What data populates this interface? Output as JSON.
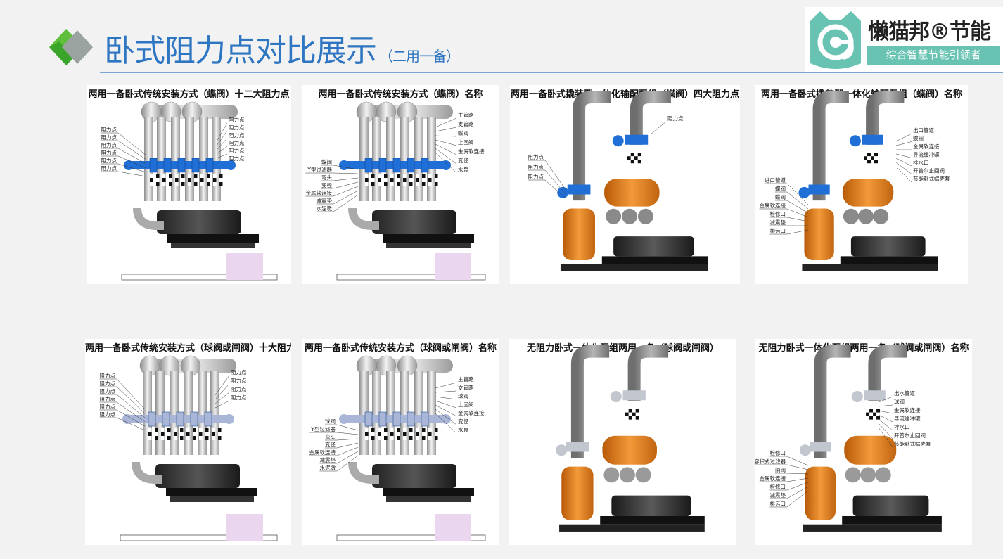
{
  "header": {
    "title": "卧式阻力点对比展示",
    "subtitle": "（二用一备）"
  },
  "logo": {
    "brand": "懒猫邦®节能",
    "tagline": "综合智慧节能引领者"
  },
  "colors": {
    "accent": "#2e76c2",
    "logo_teal": "#69c3b3",
    "pump_orange": "#e07a17",
    "valve_blue": "#1f6fd6"
  },
  "panels": [
    {
      "title": "两用一备卧式传统安装方式（蝶阀）十二大阻力点",
      "labels_left": [
        "阻力点",
        "阻力点",
        "阻力点",
        "阻力点",
        "阻力点",
        "阻力点"
      ],
      "labels_right": [
        "阻力点",
        "阻力点",
        "阻力点",
        "阻力点",
        "阻力点",
        "阻力点"
      ]
    },
    {
      "title": "两用一备卧式传统安装方式（蝶阀）名称",
      "labels_left": [
        "蝶阀",
        "Y型过滤器",
        "弯头",
        "变径",
        "金属软连接",
        "减震垫",
        "水泥墩"
      ],
      "labels_right": [
        "主管路",
        "支管路",
        "蝶阀",
        "止回阀",
        "金属软连接",
        "变径",
        "水泵"
      ]
    },
    {
      "title": "两用一备卧式撬装型一体化输配泵组（蝶阀）四大阻力点",
      "labels_left": [
        "阻力点",
        "阻力点",
        "阻力点"
      ],
      "labels_right": [
        "阻力点"
      ]
    },
    {
      "title": "两用一备卧式撬装型一体化输配泵组（蝶阀）名称",
      "labels_left": [
        "进口管道",
        "蝶阀",
        "蝶阀",
        "金属软连接",
        "检修口",
        "减震垫",
        "排污口"
      ],
      "labels_right": [
        "出口管道",
        "蝶阀",
        "金属软连接",
        "导流缓冲罐",
        "排水口",
        "开普尔止回阀",
        "节能卧式蜗壳泵"
      ]
    },
    {
      "title": "两用一备卧式传统安装方式（球阀或闸阀）十大阻力点",
      "labels_left": [
        "阻力点",
        "阻力点",
        "阻力点",
        "阻力点",
        "阻力点",
        "阻力点"
      ],
      "labels_right": [
        "阻力点",
        "阻力点",
        "阻力点",
        "阻力点"
      ]
    },
    {
      "title": "两用一备卧式传统安装方式（球阀或闸阀）名称",
      "labels_left": [
        "球阀",
        "Y型过滤器",
        "弯头",
        "变径",
        "金属软连接",
        "减震垫",
        "水泥墩"
      ],
      "labels_right": [
        "主管路",
        "支管路",
        "球阀",
        "止回阀",
        "金属软连接",
        "变径",
        "水泵"
      ]
    },
    {
      "title": "无阻力卧式一体化泵组两用一备（球阀或闸阀）",
      "labels_left": [],
      "labels_right": []
    },
    {
      "title": "无阻力卧式一体化泵组两用一备（球阀或闸阀）名称",
      "labels_left": [
        "检修口",
        "容积式过滤器",
        "闸阀",
        "金属软连接",
        "检修口",
        "减震垫",
        "排污口"
      ],
      "labels_right": [
        "出水管道",
        "球阀",
        "金属软连接",
        "导流缓冲罐",
        "排水口",
        "开普尔止回阀",
        "节能卧式蜗壳泵"
      ]
    }
  ]
}
